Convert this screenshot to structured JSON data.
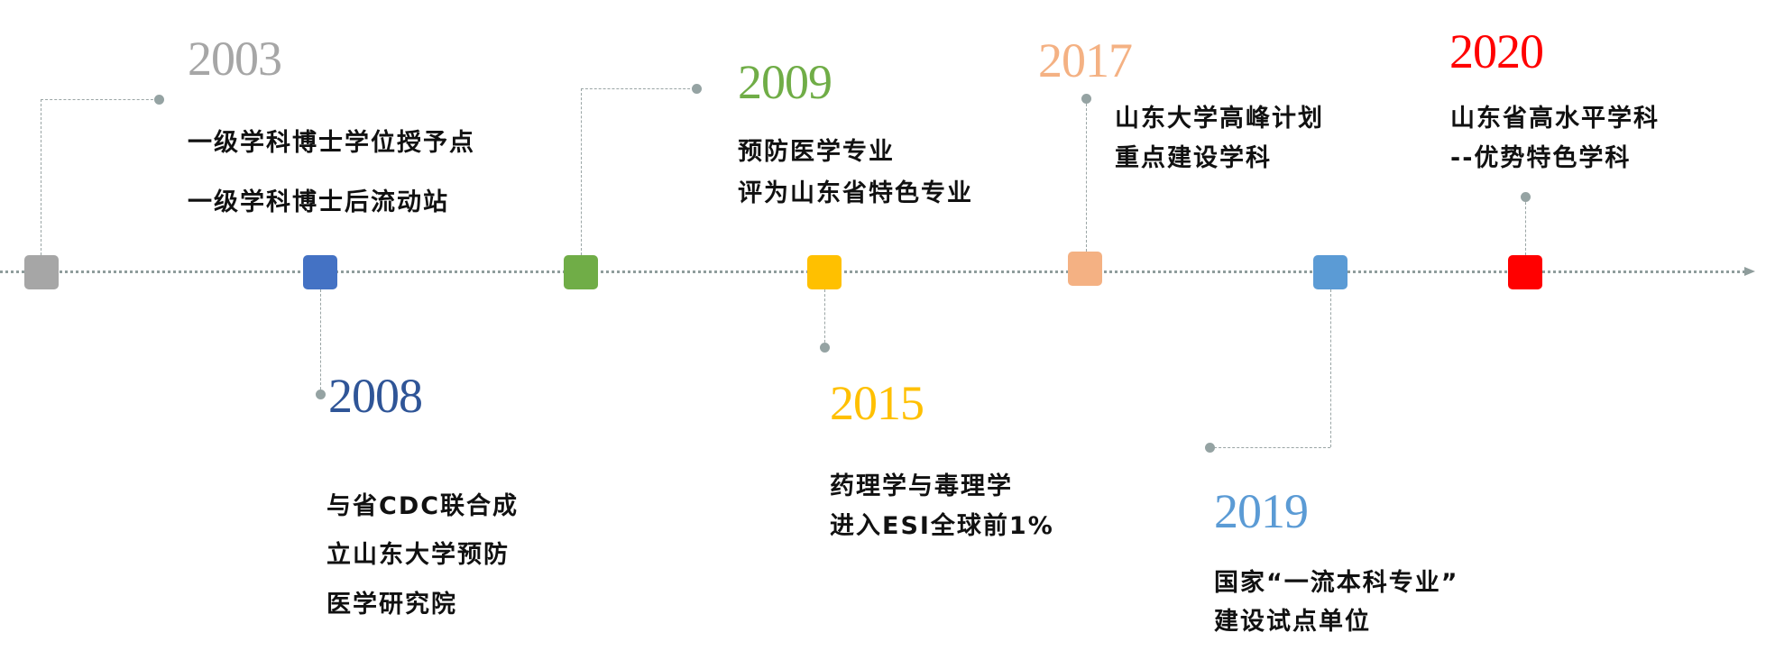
{
  "colors": {
    "axis": "#8f9d9c",
    "2003": "#a6a6a6",
    "2008": "#4472c4",
    "2009": "#70ad47",
    "2015": "#ffc000",
    "2017": "#f4b183",
    "2019": "#5b9bd5",
    "2020": "#ff0000"
  },
  "events": [
    {
      "year": "2003",
      "lines": [
        "一级学科博士学位授予点",
        "一级学科博士后流动站"
      ]
    },
    {
      "year": "2008",
      "lines": [
        "与省CDC联合成",
        "立山东大学预防",
        "医学研究院"
      ]
    },
    {
      "year": "2009",
      "lines": [
        "预防医学专业",
        "评为山东省特色专业"
      ]
    },
    {
      "year": "2015",
      "lines": [
        "药理学与毒理学",
        "进入ESI全球前1%"
      ]
    },
    {
      "year": "2017",
      "lines": [
        "山东大学高峰计划",
        "重点建设学科"
      ]
    },
    {
      "year": "2019",
      "lines": [
        "国家“一流本科专业”",
        "建设试点单位"
      ]
    },
    {
      "year": "2020",
      "lines": [
        "山东省高水平学科",
        "--优势特色学科"
      ]
    }
  ]
}
